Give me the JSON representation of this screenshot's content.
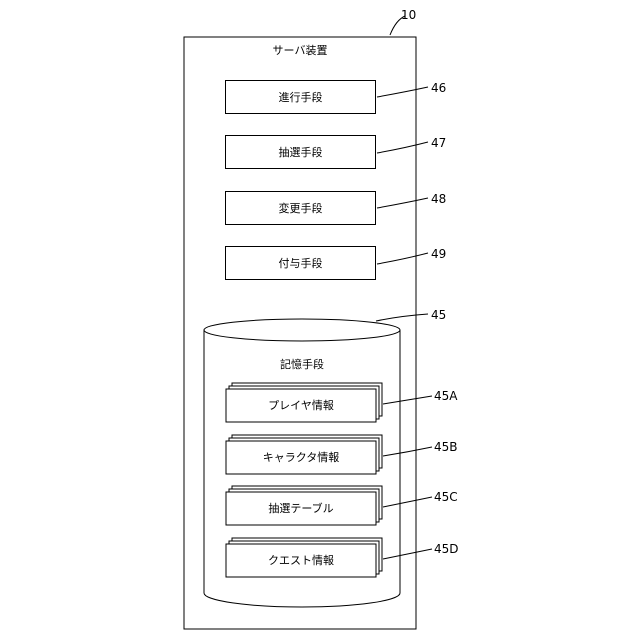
{
  "server": {
    "ref": "10",
    "title": "サーバ装置"
  },
  "units": [
    {
      "label": "進行手段",
      "ref": "46"
    },
    {
      "label": "抽選手段",
      "ref": "47"
    },
    {
      "label": "変更手段",
      "ref": "48"
    },
    {
      "label": "付与手段",
      "ref": "49"
    }
  ],
  "storage": {
    "ref": "45",
    "title": "記憶手段",
    "items": [
      {
        "label": "プレイヤ情報",
        "ref": "45A"
      },
      {
        "label": "キャラクタ情報",
        "ref": "45B"
      },
      {
        "label": "抽選テーブル",
        "ref": "45C"
      },
      {
        "label": "クエスト情報",
        "ref": "45D"
      }
    ]
  }
}
